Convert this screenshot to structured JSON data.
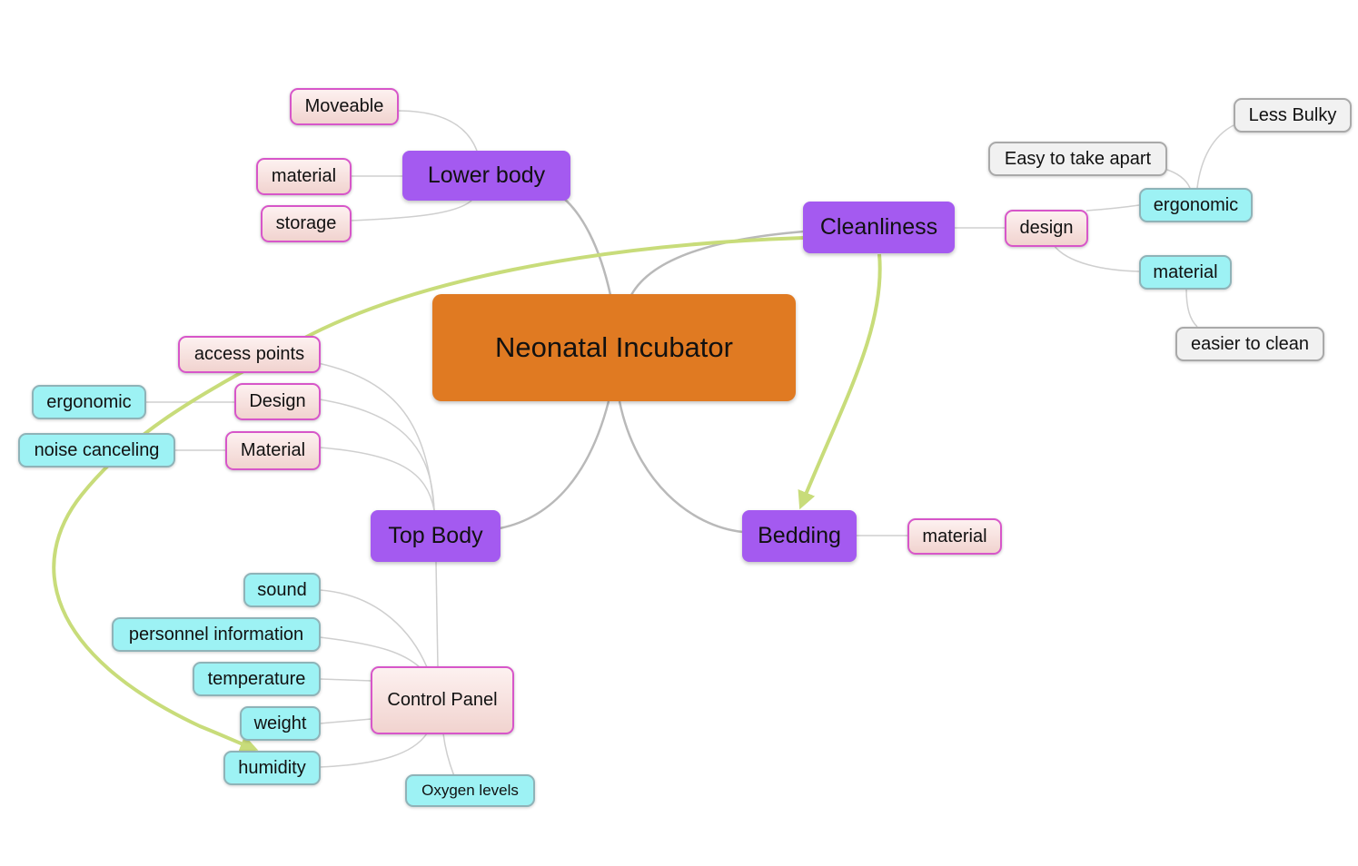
{
  "title": "Neonatal Incubator",
  "branches": {
    "lower_body": {
      "label": "Lower body",
      "children": [
        "Moveable",
        "material",
        "storage"
      ]
    },
    "cleanliness": {
      "label": "Cleanliness",
      "design": "design",
      "ergonomic": "ergonomic",
      "less_bulky": "Less Bulky",
      "easy_take_apart": "Easy to take apart",
      "material": "material",
      "easier_to_clean": "easier to clean"
    },
    "top_body": {
      "label": "Top Body",
      "access_points": "access points",
      "design": "Design",
      "design_ergonomic": "ergonomic",
      "material": "Material",
      "material_noise": "noise canceling",
      "control_panel": "Control Panel",
      "control_children": [
        "sound",
        "personnel information",
        "temperature",
        "weight",
        "humidity",
        "Oxygen levels"
      ]
    },
    "bedding": {
      "label": "Bedding",
      "children": [
        "material"
      ]
    }
  },
  "colors": {
    "central": "#e07a22",
    "main_topic": "#a45af0",
    "pink_border": "#d756c9",
    "cyan_fill": "#9df2f4",
    "gray_fill": "#f1f1f1",
    "connector": "#c8c8c8",
    "relationship_arrow": "#c8dc7a"
  }
}
